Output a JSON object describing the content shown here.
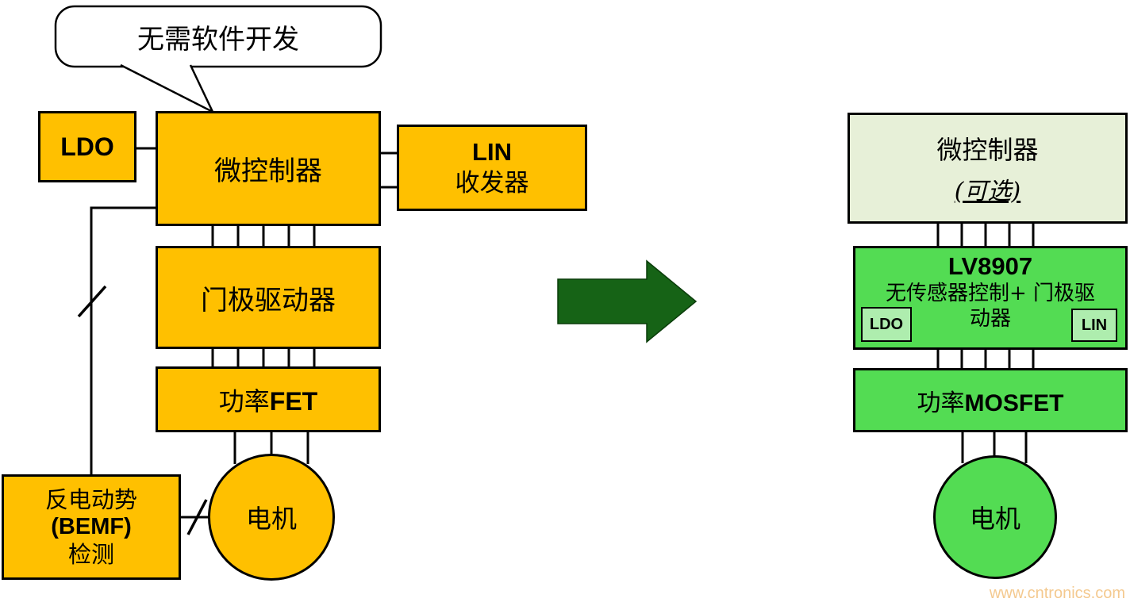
{
  "callout": {
    "text": "无需软件开发"
  },
  "left": {
    "ldo_label": "LDO",
    "mcu_label": "微控制器",
    "lin_line1": "LIN",
    "lin_line2": "收发器",
    "gate_driver_label": "门极驱动器",
    "power_fet_prefix": "功率",
    "power_fet_suffix": "FET",
    "motor_label": "电机",
    "bemf_line1": "反电动势",
    "bemf_line2": "(BEMF)",
    "bemf_line3": "检测"
  },
  "right": {
    "mcu_line1": "微控制器",
    "mcu_line2": "(可选)",
    "lv8907_title": "LV8907",
    "lv8907_subtitle_line1": "无传感器控制+ 门极驱",
    "lv8907_subtitle_line2": "动器",
    "lv8907_ldo_label": "LDO",
    "lv8907_lin_label": "LIN",
    "power_mosfet_prefix": "功率",
    "power_mosfet_suffix": "MOSFET",
    "motor_label": "电机"
  },
  "watermark": "www.cntronics.com",
  "colors": {
    "left_blocks": "#FFC000",
    "right_blocks": "#53DC53",
    "right_mcu_block": "#E7F0D8",
    "inner_chips": "#AEEDAE",
    "arrow": "#166316",
    "watermark_text": "#F4C98F",
    "border": "#000000"
  }
}
